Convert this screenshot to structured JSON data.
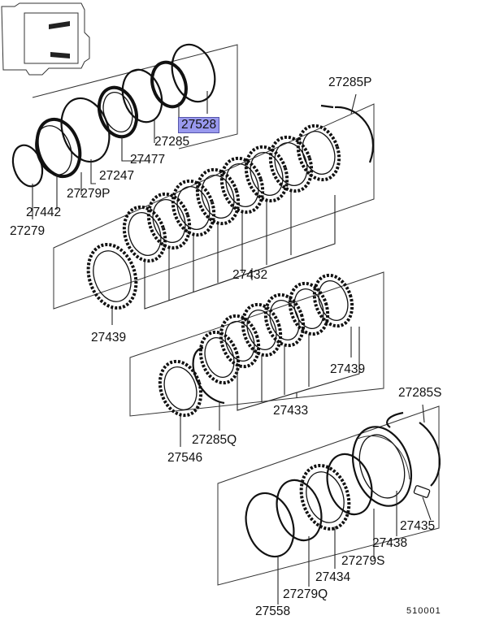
{
  "callouts": {
    "p27285P": "27285P",
    "p27528": "27528",
    "p27285": "27285",
    "p27477": "27477",
    "p27247": "27247",
    "p27279P": "27279P",
    "p27442": "27442",
    "p27279": "27279",
    "p27432": "27432",
    "p27439a": "27439",
    "p27439b": "27439",
    "p27433": "27433",
    "p27285Q": "27285Q",
    "p27546": "27546",
    "p27285S": "27285S",
    "p27435": "27435",
    "p27438": "27438",
    "p27279S": "27279S",
    "p27434": "27434",
    "p27279Q": "27279Q",
    "p27558": "27558"
  },
  "selected_part": "27528",
  "diagram_code": "510001",
  "colors": {
    "highlight": "#9999ee",
    "line": "#111111"
  }
}
